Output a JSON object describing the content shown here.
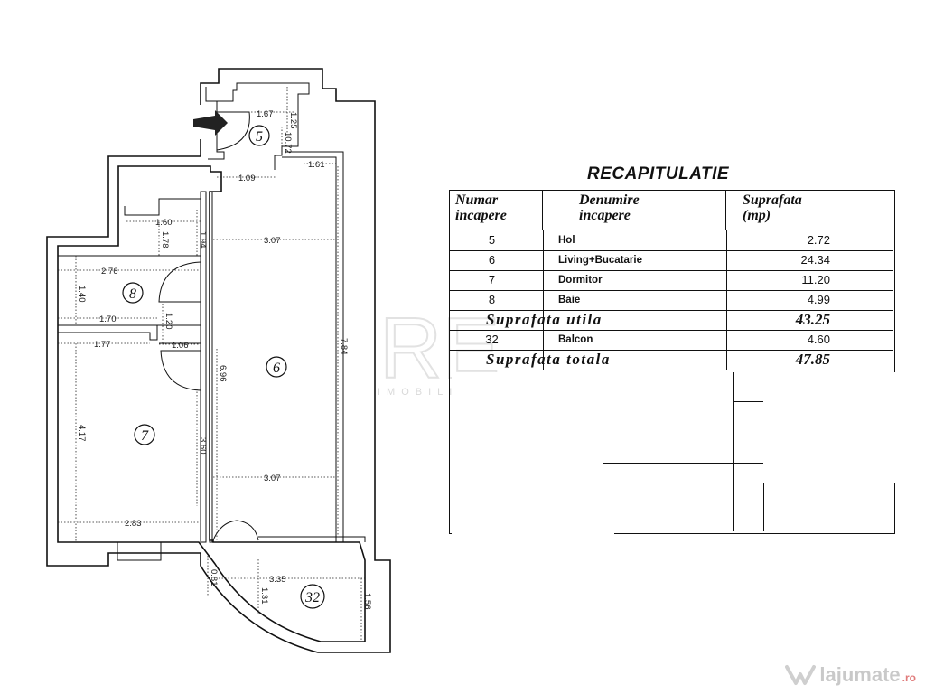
{
  "plan": {
    "rooms": [
      {
        "num": "5"
      },
      {
        "num": "6"
      },
      {
        "num": "7"
      },
      {
        "num": "8"
      },
      {
        "num": "32"
      }
    ],
    "dims": {
      "d_1_67": "1.67",
      "d_1_25": "1.25",
      "d_10_72": "10.72",
      "d_1_61": "1.61",
      "d_1_09": "1.09",
      "d_1_60": "1.60",
      "d_1_78": "1.78",
      "d_1_94": "1.94",
      "d_3_07a": "3.07",
      "d_2_76": "2.76",
      "d_1_40": "1.40",
      "d_1_70": "1.70",
      "d_1_20": "1.20",
      "d_1_77": "1.77",
      "d_1_06": "1.06",
      "d_6_96": "6.96",
      "d_7_84": "7.84",
      "d_4_17": "4.17",
      "d_3_60": "3.60",
      "d_3_07b": "3.07",
      "d_2_83": "2.83",
      "d_0_81": "0.81",
      "d_1_31": "1.31",
      "d_3_35": "3.35",
      "d_1_56": "1.56"
    }
  },
  "recap": {
    "title": "RECAPITULATIE",
    "headers": {
      "col1_line1": "Numar",
      "col1_line2": "incapere",
      "col2_line1": "Denumire",
      "col2_line2": "incapere",
      "col3_line1": "Suprafata",
      "col3_line2": "(mp)"
    },
    "rows": [
      {
        "num": "5",
        "name": "Hol",
        "area": "2.72"
      },
      {
        "num": "6",
        "name": "Living+Bucatarie",
        "area": "24.34"
      },
      {
        "num": "7",
        "name": "Dormitor",
        "area": "11.20"
      },
      {
        "num": "8",
        "name": "Baie",
        "area": "4.99"
      }
    ],
    "useful": {
      "label": "Suprafata utila",
      "value": "43.25"
    },
    "balcony": {
      "num": "32",
      "name": "Balcon",
      "area": "4.60"
    },
    "total": {
      "label": "Suprafata totala",
      "value": "47.85"
    }
  },
  "watermark": {
    "logo_text": "RE",
    "sub_text": "IMOBILIARE",
    "site": "lajumate",
    "tld": ".ro"
  }
}
